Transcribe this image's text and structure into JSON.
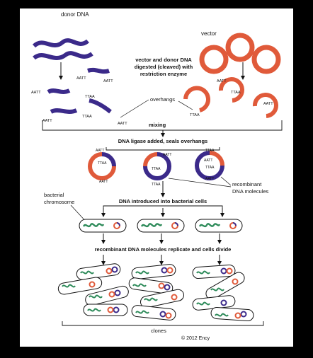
{
  "labels": {
    "donor_dna": "donor DNA",
    "vector": "vector",
    "digest_line1": "vector and donor DNA",
    "digest_line2": "digested (cleaved) with",
    "digest_line3": "restriction enzyme",
    "overhangs": "overhangs",
    "mixing": "mixing",
    "ligase": "DNA ligase added, seals overhangs",
    "recombinant_line1": "recombinant",
    "recombinant_line2": "DNA molecules",
    "bacterial_line1": "bacterial",
    "bacterial_line2": "chromosome",
    "introduced": "DNA introduced into bacterial cells",
    "replicate": "recombinant DNA molecules replicate and cells divide",
    "clones": "clones",
    "copyright": "© 2012 Ency"
  },
  "sequences": {
    "aatt": "AATT",
    "ttaa": "TTAA"
  },
  "colors": {
    "donor": "#3b2a8a",
    "vector": "#e05a3a",
    "chromosome": "#2e8b5a",
    "frame": "#000000"
  }
}
